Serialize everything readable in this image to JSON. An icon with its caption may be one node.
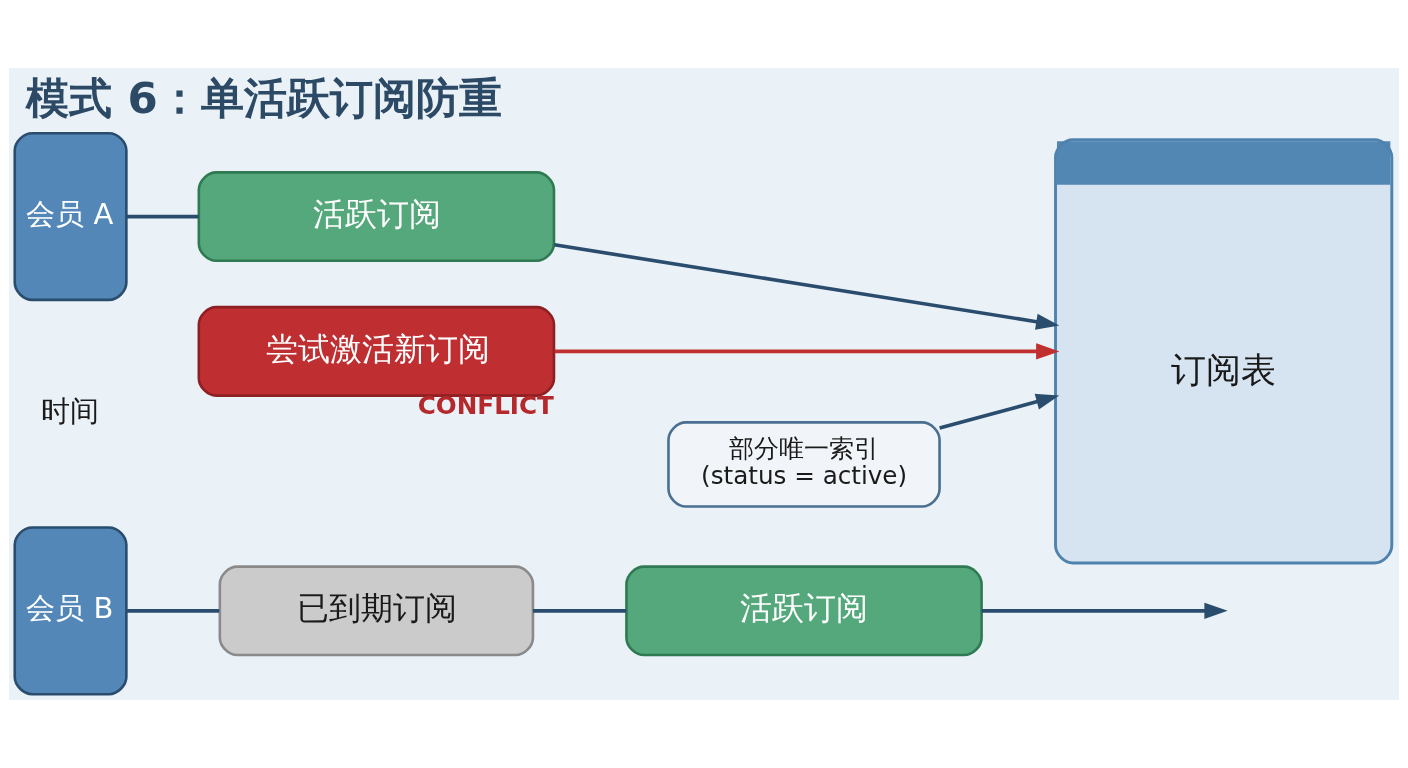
{
  "diagram": {
    "title": "模式 6：单活跃订阅防重",
    "nodes": [
      {
        "text": [
          "会员 A"
        ]
      },
      {
        "text": [
          "活跃订阅"
        ]
      },
      {
        "text": [
          "尝试激活新订阅"
        ],
        "beside": [
          "CONFLICT"
        ]
      },
      {
        "text": [
          "会员 B"
        ]
      },
      {
        "text": [
          "已到期订阅"
        ]
      },
      {
        "text": [
          "活跃订阅"
        ]
      },
      {
        "text": [
          "部分唯一索引",
          "(status = active)"
        ]
      },
      {
        "text": [
          "订阅表"
        ]
      }
    ],
    "edges": [
      {
        "from": 0,
        "to": 1,
        "arrow": "none"
      },
      {
        "from": 1,
        "to": 7,
        "arrow": "to"
      },
      {
        "from": 2,
        "to": 7,
        "arrow": "to",
        "color": "#c0302f"
      },
      {
        "from": 6,
        "to": 7,
        "arrow": "to"
      },
      {
        "from": 3,
        "to": 4,
        "arrow": "none"
      },
      {
        "from": 4,
        "to": 5,
        "arrow": "none"
      },
      {
        "from": 5,
        "to": null,
        "arrow": "to"
      }
    ],
    "labels": [
      "时间"
    ]
  }
}
